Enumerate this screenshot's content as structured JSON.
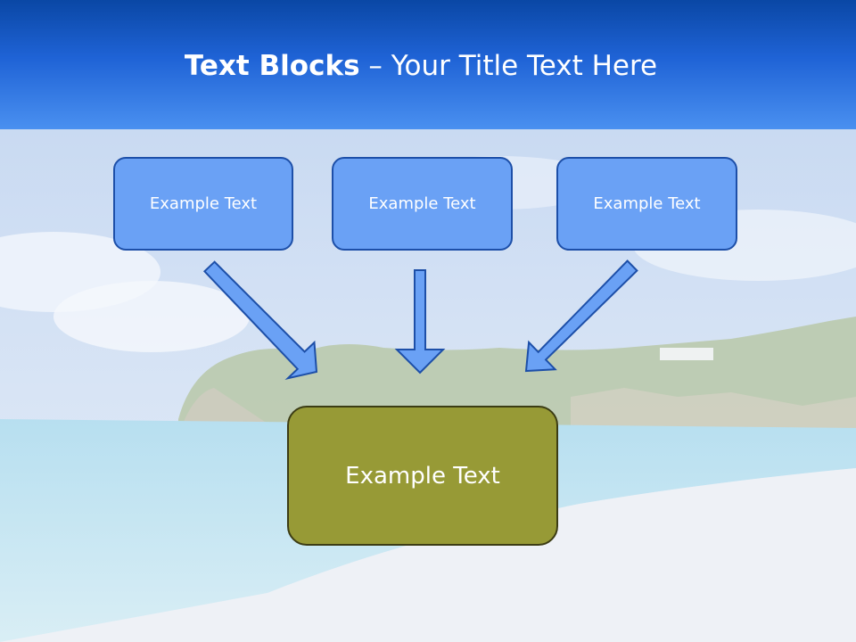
{
  "title": {
    "bold": "Text Blocks",
    "separator": " – ",
    "rest": "Your Title Text Here"
  },
  "blocks": {
    "top": [
      "Example Text",
      "Example Text",
      "Example Text"
    ],
    "bottom": "Example Text"
  },
  "colors": {
    "title_band": "#1f63d6",
    "top_box_fill": "#6aa1f5",
    "top_box_border": "#1d4fa8",
    "bottom_box_fill": "#979a36",
    "bottom_box_border": "#3c3c14",
    "arrow_fill": "#6aa1f5"
  }
}
